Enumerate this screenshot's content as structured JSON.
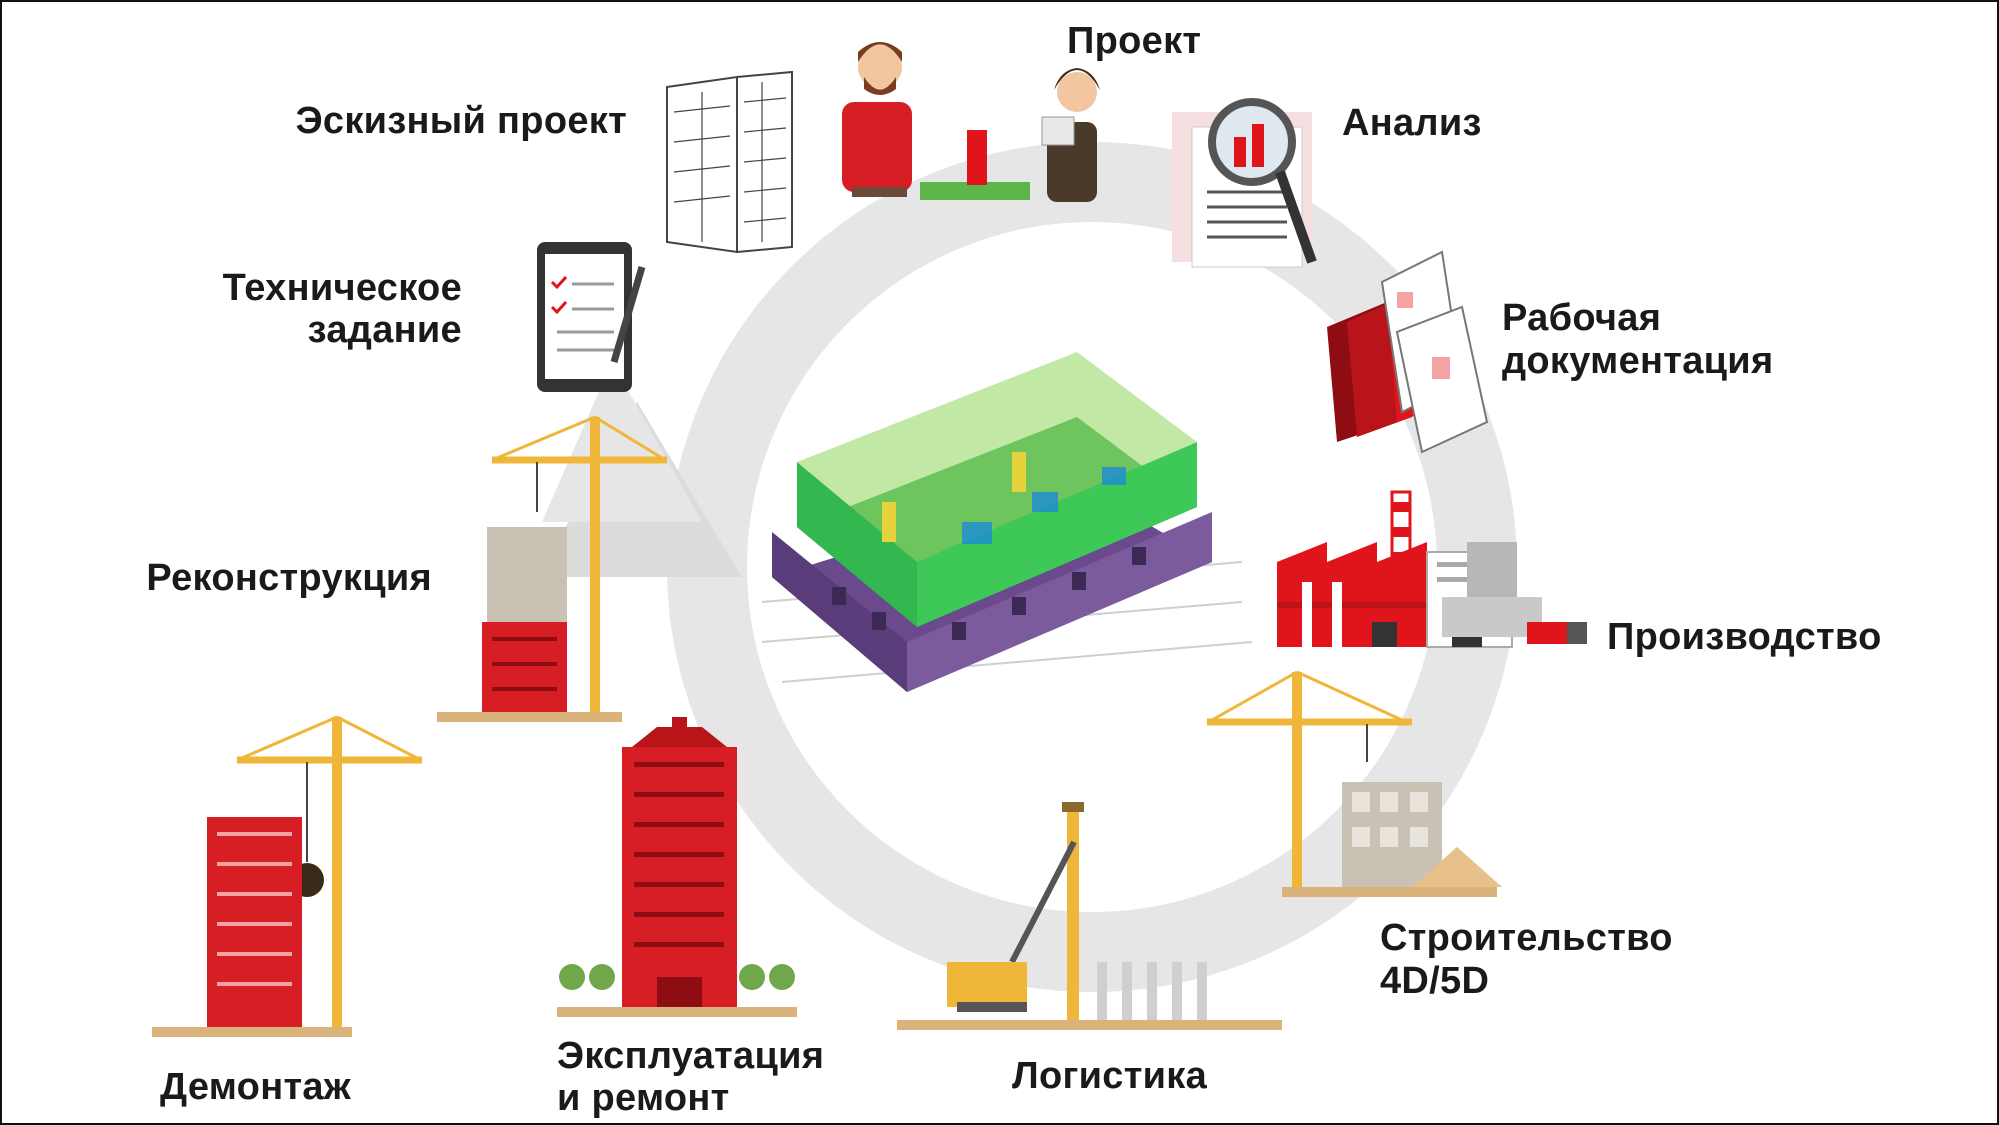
{
  "stages": {
    "sketch": "Эскизный проект",
    "project": "Проект",
    "analysis": "Анализ",
    "working_docs_l1": "Рабочая",
    "working_docs_l2": "документация",
    "production": "Производство",
    "construction_l1": "Строительство",
    "construction_l2": "4D/5D",
    "logistics": "Логистика",
    "operation_l1": "Эксплуатация",
    "operation_l2": "и ремонт",
    "demolition": "Демонтаж",
    "reconstruction": "Реконструкция",
    "tech_task_l1": "Техническое",
    "tech_task_l2": "задание"
  },
  "colors": {
    "brand_red": "#e0151b",
    "dark_red": "#8e0d12",
    "cycle_gray": "#e6e6e6",
    "crane_yellow": "#f0b63a",
    "ground": "#d9b27c",
    "concrete": "#b9b2a6",
    "bim_green": "#33b34a",
    "bim_purple": "#6a4a8c",
    "text": "#1a1a1a"
  },
  "icons": [
    "sketch-building-icon",
    "presenters-icon",
    "magnifier-report-icon",
    "documents-icon",
    "factory-icon",
    "crane-construction-icon",
    "pile-driver-icon",
    "red-tower-icon",
    "demolition-crane-icon",
    "reconstruction-crane-icon",
    "tablet-checklist-icon",
    "bim-model-icon"
  ]
}
